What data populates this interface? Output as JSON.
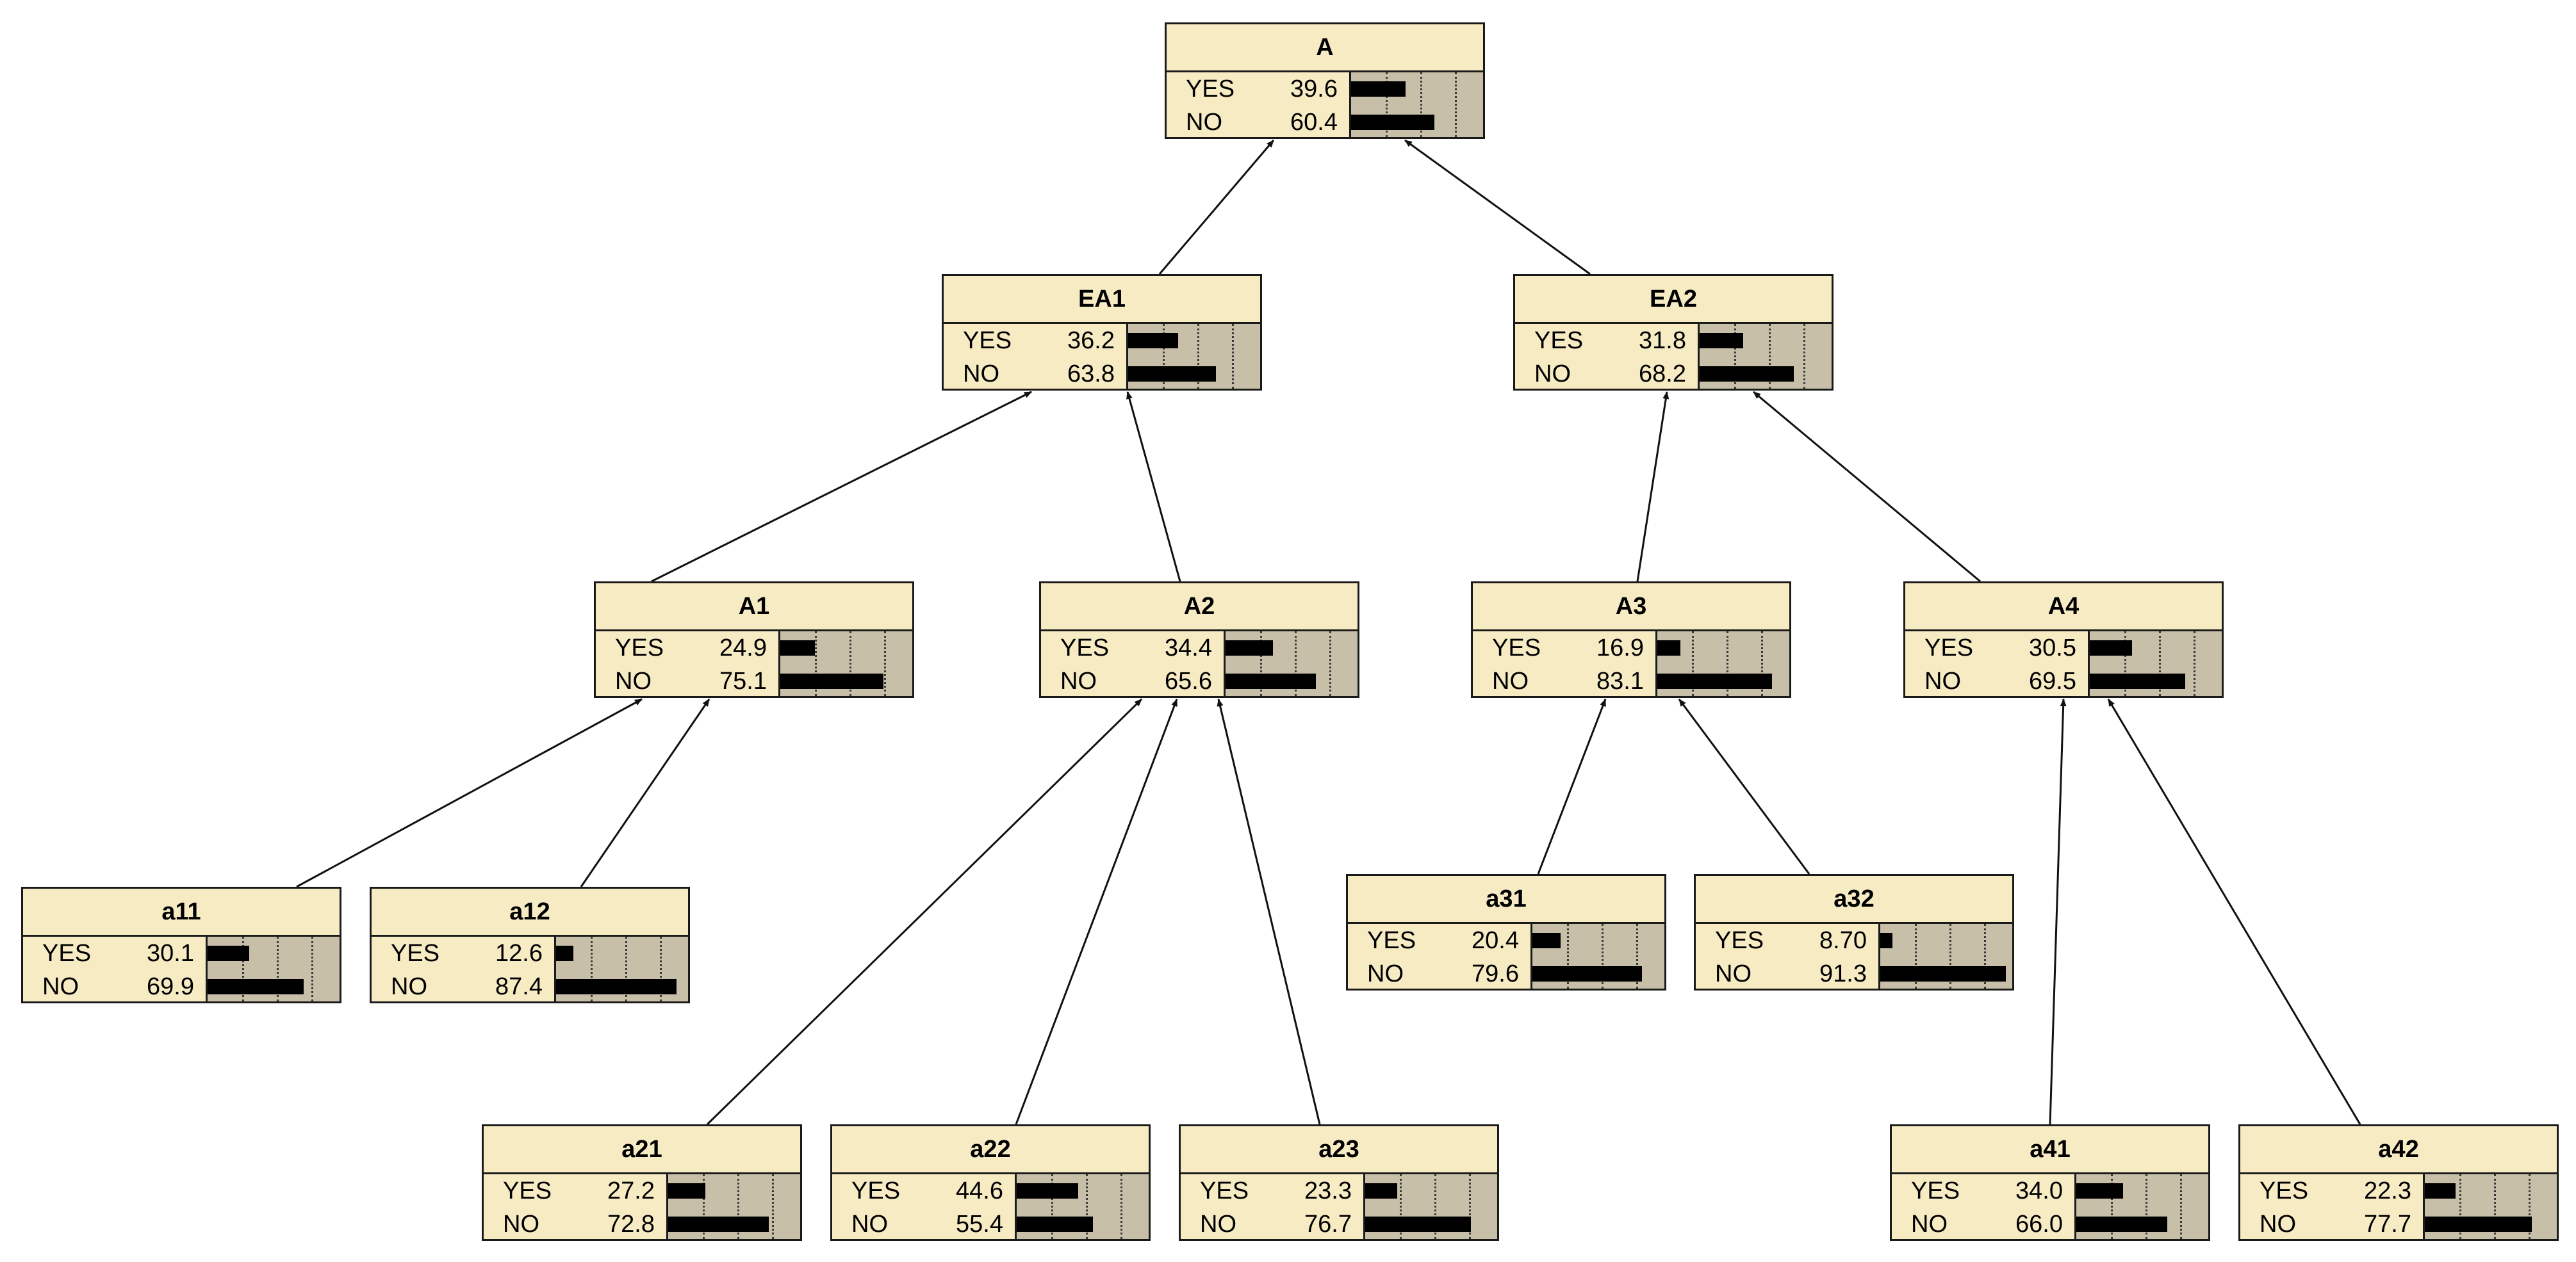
{
  "colors": {
    "node_fill": "#f7ebc4",
    "bar_area": "#c8bfa8",
    "bar": "#000000",
    "border": "#1a1a1a"
  },
  "nodes": [
    {
      "id": "A",
      "name": "A",
      "states": [
        {
          "label": "YES",
          "value": "39.6",
          "p": 0.396
        },
        {
          "label": "NO",
          "value": "60.4",
          "p": 0.604
        }
      ]
    },
    {
      "id": "EA1",
      "name": "EA1",
      "states": [
        {
          "label": "YES",
          "value": "36.2",
          "p": 0.362
        },
        {
          "label": "NO",
          "value": "63.8",
          "p": 0.638
        }
      ]
    },
    {
      "id": "EA2",
      "name": "EA2",
      "states": [
        {
          "label": "YES",
          "value": "31.8",
          "p": 0.318
        },
        {
          "label": "NO",
          "value": "68.2",
          "p": 0.682
        }
      ]
    },
    {
      "id": "A1",
      "name": "A1",
      "states": [
        {
          "label": "YES",
          "value": "24.9",
          "p": 0.249
        },
        {
          "label": "NO",
          "value": "75.1",
          "p": 0.751
        }
      ]
    },
    {
      "id": "A2",
      "name": "A2",
      "states": [
        {
          "label": "YES",
          "value": "34.4",
          "p": 0.344
        },
        {
          "label": "NO",
          "value": "65.6",
          "p": 0.656
        }
      ]
    },
    {
      "id": "A3",
      "name": "A3",
      "states": [
        {
          "label": "YES",
          "value": "16.9",
          "p": 0.169
        },
        {
          "label": "NO",
          "value": "83.1",
          "p": 0.831
        }
      ]
    },
    {
      "id": "A4",
      "name": "A4",
      "states": [
        {
          "label": "YES",
          "value": "30.5",
          "p": 0.305
        },
        {
          "label": "NO",
          "value": "69.5",
          "p": 0.695
        }
      ]
    },
    {
      "id": "a11",
      "name": "a11",
      "states": [
        {
          "label": "YES",
          "value": "30.1",
          "p": 0.301
        },
        {
          "label": "NO",
          "value": "69.9",
          "p": 0.699
        }
      ]
    },
    {
      "id": "a12",
      "name": "a12",
      "states": [
        {
          "label": "YES",
          "value": "12.6",
          "p": 0.126
        },
        {
          "label": "NO",
          "value": "87.4",
          "p": 0.874
        }
      ]
    },
    {
      "id": "a31",
      "name": "a31",
      "states": [
        {
          "label": "YES",
          "value": "20.4",
          "p": 0.204
        },
        {
          "label": "NO",
          "value": "79.6",
          "p": 0.796
        }
      ]
    },
    {
      "id": "a32",
      "name": "a32",
      "states": [
        {
          "label": "YES",
          "value": "8.70",
          "p": 0.087
        },
        {
          "label": "NO",
          "value": "91.3",
          "p": 0.913
        }
      ]
    },
    {
      "id": "a21",
      "name": "a21",
      "states": [
        {
          "label": "YES",
          "value": "27.2",
          "p": 0.272
        },
        {
          "label": "NO",
          "value": "72.8",
          "p": 0.728
        }
      ]
    },
    {
      "id": "a22",
      "name": "a22",
      "states": [
        {
          "label": "YES",
          "value": "44.6",
          "p": 0.446
        },
        {
          "label": "NO",
          "value": "55.4",
          "p": 0.554
        }
      ]
    },
    {
      "id": "a23",
      "name": "a23",
      "states": [
        {
          "label": "YES",
          "value": "23.3",
          "p": 0.233
        },
        {
          "label": "NO",
          "value": "76.7",
          "p": 0.767
        }
      ]
    },
    {
      "id": "a41",
      "name": "a41",
      "states": [
        {
          "label": "YES",
          "value": "34.0",
          "p": 0.34
        },
        {
          "label": "NO",
          "value": "66.0",
          "p": 0.66
        }
      ]
    },
    {
      "id": "a42",
      "name": "a42",
      "states": [
        {
          "label": "YES",
          "value": "22.3",
          "p": 0.223
        },
        {
          "label": "NO",
          "value": "77.7",
          "p": 0.777
        }
      ]
    }
  ],
  "edges": [
    {
      "from": "EA1",
      "to": "A"
    },
    {
      "from": "EA2",
      "to": "A"
    },
    {
      "from": "A1",
      "to": "EA1"
    },
    {
      "from": "A2",
      "to": "EA1"
    },
    {
      "from": "A3",
      "to": "EA2"
    },
    {
      "from": "A4",
      "to": "EA2"
    },
    {
      "from": "a11",
      "to": "A1"
    },
    {
      "from": "a12",
      "to": "A1"
    },
    {
      "from": "a21",
      "to": "A2"
    },
    {
      "from": "a22",
      "to": "A2"
    },
    {
      "from": "a23",
      "to": "A2"
    },
    {
      "from": "a31",
      "to": "A3"
    },
    {
      "from": "a32",
      "to": "A3"
    },
    {
      "from": "a41",
      "to": "A4"
    },
    {
      "from": "a42",
      "to": "A4"
    }
  ]
}
